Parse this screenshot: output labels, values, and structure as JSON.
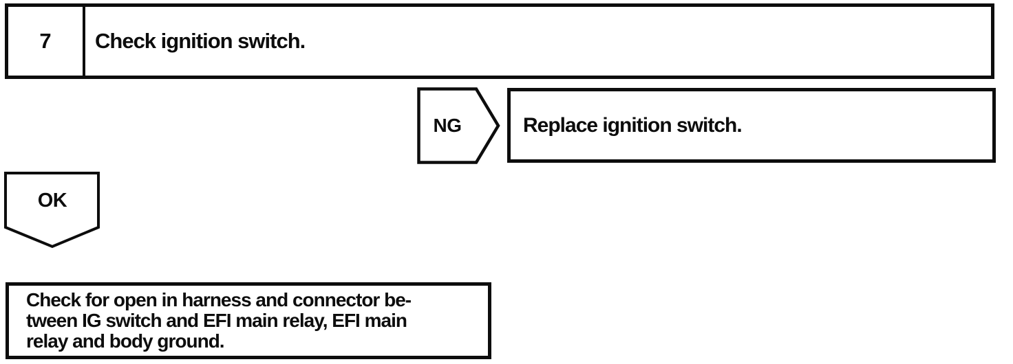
{
  "flowchart": {
    "step_box": {
      "number": "7",
      "instruction": "Check ignition switch."
    },
    "ng_branch": {
      "label": "NG",
      "action": "Replace ignition switch."
    },
    "ok_branch": {
      "label": "OK"
    },
    "result_box": {
      "lines": [
        "Check for open in harness and connector be-",
        "tween IG switch and EFI main relay, EFI main",
        "relay and body ground."
      ]
    },
    "colors": {
      "ink": "#0d0d0d",
      "background": "#ffffff"
    }
  }
}
